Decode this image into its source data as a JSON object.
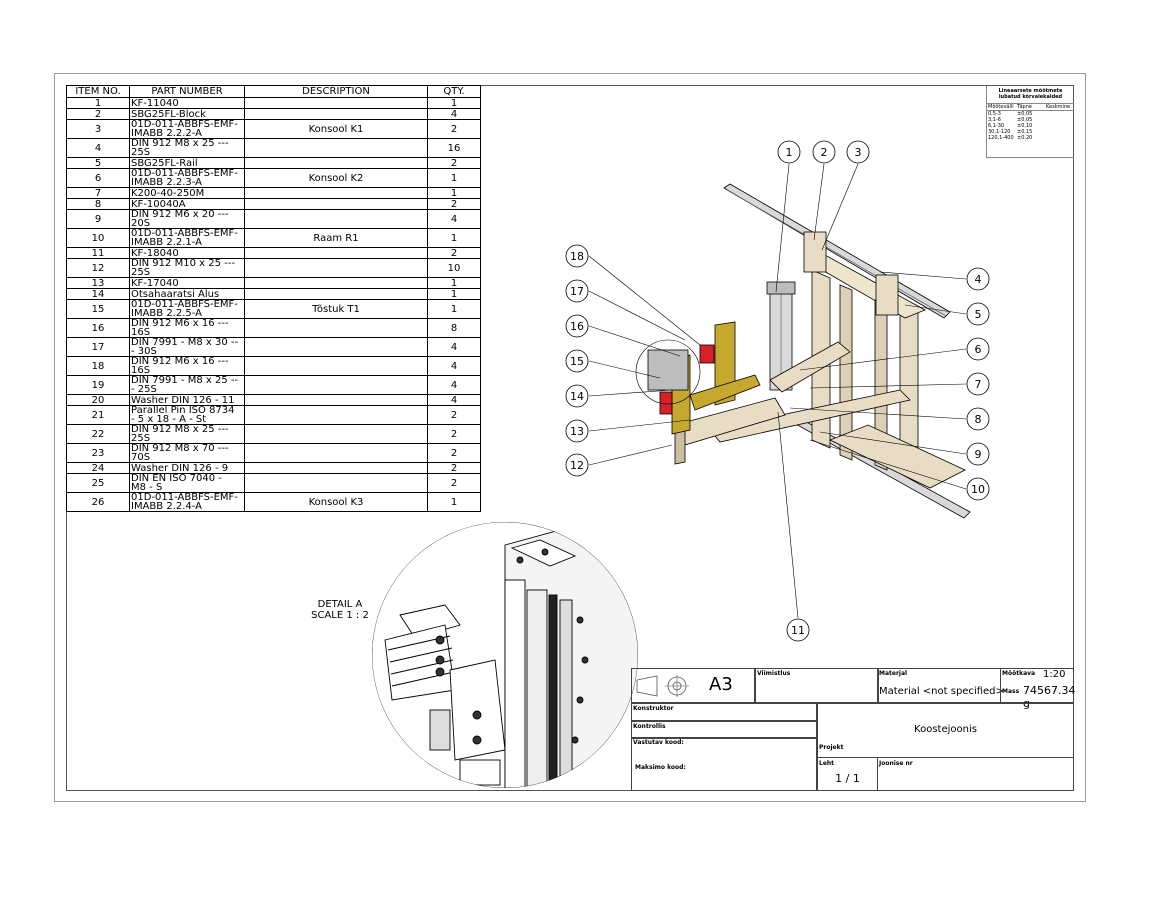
{
  "bom": {
    "headers": [
      "ITEM NO.",
      "PART NUMBER",
      "DESCRIPTION",
      "QTY."
    ],
    "rows": [
      {
        "item": "1",
        "part": "KF-11040",
        "desc": "",
        "qty": "1"
      },
      {
        "item": "2",
        "part": "SBG25FL-Block",
        "desc": "",
        "qty": "4"
      },
      {
        "item": "3",
        "part": "01D-011-ABBFS-EMF-\nIMABB 2.2.2-A",
        "desc": "Konsool K1",
        "qty": "2"
      },
      {
        "item": "4",
        "part": "DIN 912 M8 x 25 ---\n25S",
        "desc": "",
        "qty": "16"
      },
      {
        "item": "5",
        "part": "SBG25FL-Rail",
        "desc": "",
        "qty": "2"
      },
      {
        "item": "6",
        "part": "01D-011-ABBFS-EMF-\nIMABB 2.2.3-A",
        "desc": "Konsool K2",
        "qty": "1"
      },
      {
        "item": "7",
        "part": "K200-40-250M",
        "desc": "",
        "qty": "1"
      },
      {
        "item": "8",
        "part": "KF-10040A",
        "desc": "",
        "qty": "2"
      },
      {
        "item": "9",
        "part": "DIN 912 M6 x 20 ---\n20S",
        "desc": "",
        "qty": "4"
      },
      {
        "item": "10",
        "part": "01D-011-ABBFS-EMF-\nIMABB 2.2.1-A",
        "desc": "Raam R1",
        "qty": "1"
      },
      {
        "item": "11",
        "part": "KF-18040",
        "desc": "",
        "qty": "2"
      },
      {
        "item": "12",
        "part": "DIN 912 M10 x 25 ---\n25S",
        "desc": "",
        "qty": "10"
      },
      {
        "item": "13",
        "part": "KF-17040",
        "desc": "",
        "qty": "1"
      },
      {
        "item": "14",
        "part": "Otsahaaratsi Alus",
        "desc": "",
        "qty": "1"
      },
      {
        "item": "15",
        "part": "01D-011-ABBFS-EMF-\nIMABB 2.2.5-A",
        "desc": "Tõstuk T1",
        "qty": "1"
      },
      {
        "item": "16",
        "part": "DIN 912 M6 x 16 ---\n16S",
        "desc": "",
        "qty": "8"
      },
      {
        "item": "17",
        "part": "DIN 7991 - M8 x 30 --\n- 30S",
        "desc": "",
        "qty": "4"
      },
      {
        "item": "18",
        "part": "DIN 912 M6 x 16 ---\n16S",
        "desc": "",
        "qty": "4"
      },
      {
        "item": "19",
        "part": "DIN 7991 - M8 x 25 --\n- 25S",
        "desc": "",
        "qty": "4"
      },
      {
        "item": "20",
        "part": "Washer DIN 126 - 11",
        "desc": "",
        "qty": "4"
      },
      {
        "item": "21",
        "part": "Parallel Pin ISO 8734\n- 5 x 18 - A - St",
        "desc": "",
        "qty": "2"
      },
      {
        "item": "22",
        "part": "DIN 912 M8 x 25 ---\n25S",
        "desc": "",
        "qty": "2"
      },
      {
        "item": "23",
        "part": "DIN 912 M8 x 70 ---\n70S",
        "desc": "",
        "qty": "2"
      },
      {
        "item": "24",
        "part": "Washer DIN 126 - 9",
        "desc": "",
        "qty": "2"
      },
      {
        "item": "25",
        "part": "DIN EN ISO 7040 -\nM8 - S",
        "desc": "",
        "qty": "2"
      },
      {
        "item": "26",
        "part": "01D-011-ABBFS-EMF-\nIMABB 2.2.4-A",
        "desc": "Konsool K3",
        "qty": "1"
      }
    ]
  },
  "detail": {
    "name": "DETAIL A",
    "scale": "SCALE 1 : 2"
  },
  "balloons": [
    "1",
    "2",
    "3",
    "4",
    "5",
    "6",
    "7",
    "8",
    "9",
    "10",
    "11",
    "12",
    "13",
    "14",
    "15",
    "16",
    "17",
    "18"
  ],
  "tolerance": {
    "title": "Lineaarsete mõõtmete lubatud kõrvalekalded",
    "headers": [
      "Mõõtevälli",
      "Täpne",
      "Keskmine"
    ],
    "rows": [
      [
        "0,5-3",
        "±0,05",
        ""
      ],
      [
        "3,1-6",
        "±0,05",
        ""
      ],
      [
        "6,1-30",
        "±0,10",
        ""
      ],
      [
        "30,1-120",
        "±0,15",
        ""
      ],
      [
        "120,1-400",
        "±0,20",
        ""
      ]
    ]
  },
  "title_block": {
    "sheet_size": "A3",
    "finish_label": "Viimistlus",
    "material_label": "Materjal",
    "material_value": "Material <not specified>",
    "scale_label": "Mõõtkava",
    "scale_value": "1:20",
    "mass_label": "Mass",
    "mass_value": "74567.34 g",
    "designer_label": "Konstruktor",
    "checker_label": "Kontrollis",
    "approval_label": "Vastutav kood:",
    "approval2_label": "Maksimo kood:",
    "drawing_title": "Koostejoonis",
    "project_label": "Projekt",
    "sheet_label": "Leht",
    "sheet_value": "1 / 1",
    "drawing_no_label": "Joonise nr"
  },
  "colors": {
    "frame": "#e8dcc4",
    "bracket": "#c7a82e",
    "red": "#d8202a",
    "line": "#000000"
  }
}
